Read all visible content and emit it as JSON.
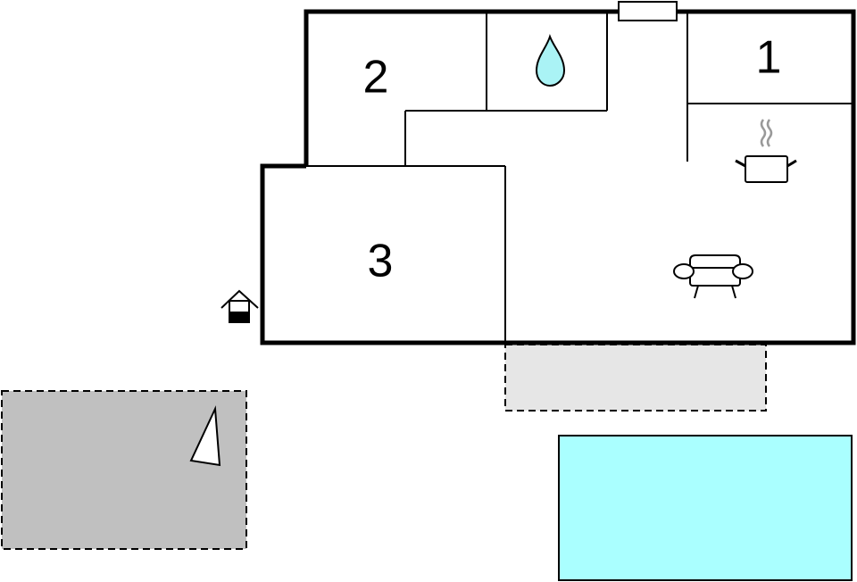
{
  "rooms": [
    {
      "label": "1"
    },
    {
      "label": "2"
    },
    {
      "label": "3"
    }
  ],
  "icons": {
    "bathroom": "water-drop-icon",
    "kitchen": "cooking-pot-icon",
    "living": "sofa-icon",
    "entrance": "house-entrance-icon",
    "window": "window-icon",
    "garden": "parasol-icon"
  },
  "colors": {
    "walls": "#000000",
    "pool": "#aaffff",
    "water_drop": "#aaf3f5",
    "terrace": "#e6e6e6",
    "garden": "#c0c0c0",
    "steam": "#999999"
  }
}
